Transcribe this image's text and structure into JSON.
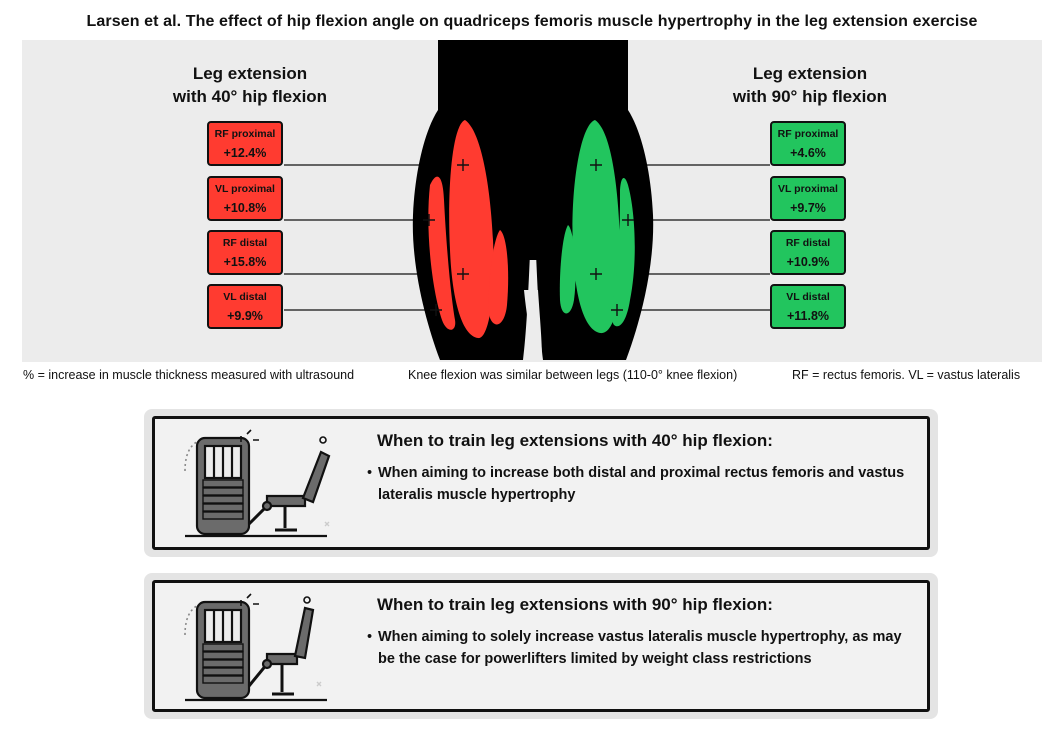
{
  "title": "Larsen et al. The effect of hip flexion angle on quadriceps femoris muscle hypertrophy in the leg extension exercise",
  "left_condition": {
    "heading_line1": "Leg extension",
    "heading_line2": "with 40° hip flexion",
    "color": "#ff3b30",
    "stats": [
      {
        "label": "RF proximal",
        "value": "+12.4%"
      },
      {
        "label": "VL proximal",
        "value": "+10.8%"
      },
      {
        "label": "RF distal",
        "value": "+15.8%"
      },
      {
        "label": "VL distal",
        "value": "+9.9%"
      }
    ]
  },
  "right_condition": {
    "heading_line1": "Leg extension",
    "heading_line2": "with 90° hip flexion",
    "color": "#22c55e",
    "stats": [
      {
        "label": "RF proximal",
        "value": "+4.6%"
      },
      {
        "label": "VL proximal",
        "value": "+9.7%"
      },
      {
        "label": "RF distal",
        "value": "+10.9%"
      },
      {
        "label": "VL distal",
        "value": "+11.8%"
      }
    ]
  },
  "footnotes": {
    "left": "% = increase in muscle thickness measured with ultrasound",
    "center": "Knee flexion was similar between legs (110-0° knee flexion)",
    "right": "RF = rectus femoris. VL = vastus lateralis"
  },
  "cards": [
    {
      "title": "When to train leg extensions with 40° hip flexion:",
      "bullet": "When aiming to increase both distal and proximal rectus femoris and vastus lateralis muscle hypertrophy",
      "icon": "leg-extension-machine-icon"
    },
    {
      "title": "When to train leg extensions with 90° hip flexion:",
      "bullet": "When aiming to solely increase vastus lateralis muscle hypertrophy, as may be the case for powerlifters limited by weight class restrictions",
      "icon": "leg-extension-machine-icon"
    }
  ],
  "bullet_symbol": "•"
}
